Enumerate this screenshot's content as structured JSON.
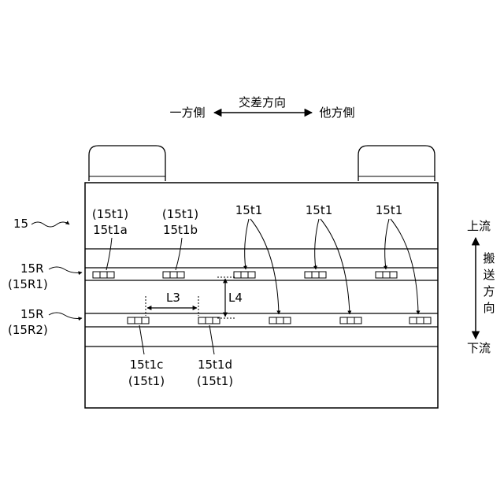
{
  "cross_direction": {
    "title": "交差方向",
    "left": "一方側",
    "right": "他方側"
  },
  "transport_direction": {
    "upstream": "上流",
    "label_chars": [
      "搬",
      "送",
      "方",
      "向"
    ],
    "downstream": "下流"
  },
  "unit_label": "15",
  "rows": [
    {
      "label": "15R",
      "sub": "(15R1)"
    },
    {
      "label": "15R",
      "sub": "(15R2)"
    }
  ],
  "heads_top": [
    {
      "paren": "(15t1)",
      "name": "15t1a"
    },
    {
      "paren": "(15t1)",
      "name": "15t1b"
    },
    {
      "name": "15t1"
    },
    {
      "name": "15t1"
    },
    {
      "name": "15t1"
    }
  ],
  "heads_bottom": [
    {
      "name": "15t1c",
      "paren": "(15t1)"
    },
    {
      "name": "15t1d",
      "paren": "(15t1)"
    }
  ],
  "dimensions": {
    "spacing": "L3",
    "offset": "L4"
  }
}
